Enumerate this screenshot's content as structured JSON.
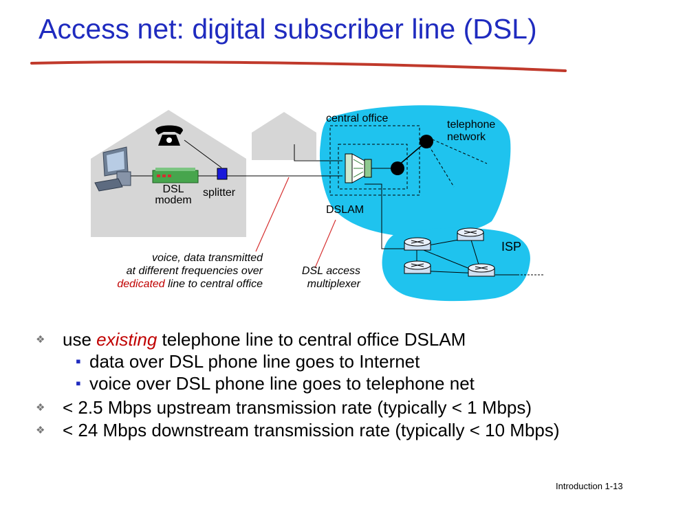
{
  "slide": {
    "title": "Access net: digital subscriber line (DSL)",
    "footer": "Introduction 1-13"
  },
  "diagram": {
    "central_office": "central office",
    "telephone_network_line1": "telephone",
    "telephone_network_line2": "network",
    "dsl_modem_line1": "DSL",
    "dsl_modem_line2": "modem",
    "splitter": "splitter",
    "dslam": "DSLAM",
    "isp": "ISP",
    "caption_left": {
      "line1": "voice, data transmitted",
      "line2": "at different frequencies over",
      "line3_red": "dedicated",
      "line3_rest": " line to central office"
    },
    "caption_dslam": {
      "line1": "DSL access",
      "line2": "multiplexer"
    }
  },
  "bullets": [
    {
      "pre": "use ",
      "em": "existing",
      "post": " telephone line to central office DSLAM",
      "sub": [
        "data over DSL phone line goes to Internet",
        "voice over DSL phone line goes to telephone net"
      ]
    },
    {
      "text": "< 2.5 Mbps upstream transmission rate (typically < 1 Mbps)"
    },
    {
      "text": "< 24 Mbps downstream transmission rate (typically < 10 Mbps)"
    }
  ],
  "colors": {
    "title": "#1f2bbf",
    "cloud": "#1fc3ee",
    "house": "#d6d6d6",
    "emphasis": "#c00000"
  }
}
